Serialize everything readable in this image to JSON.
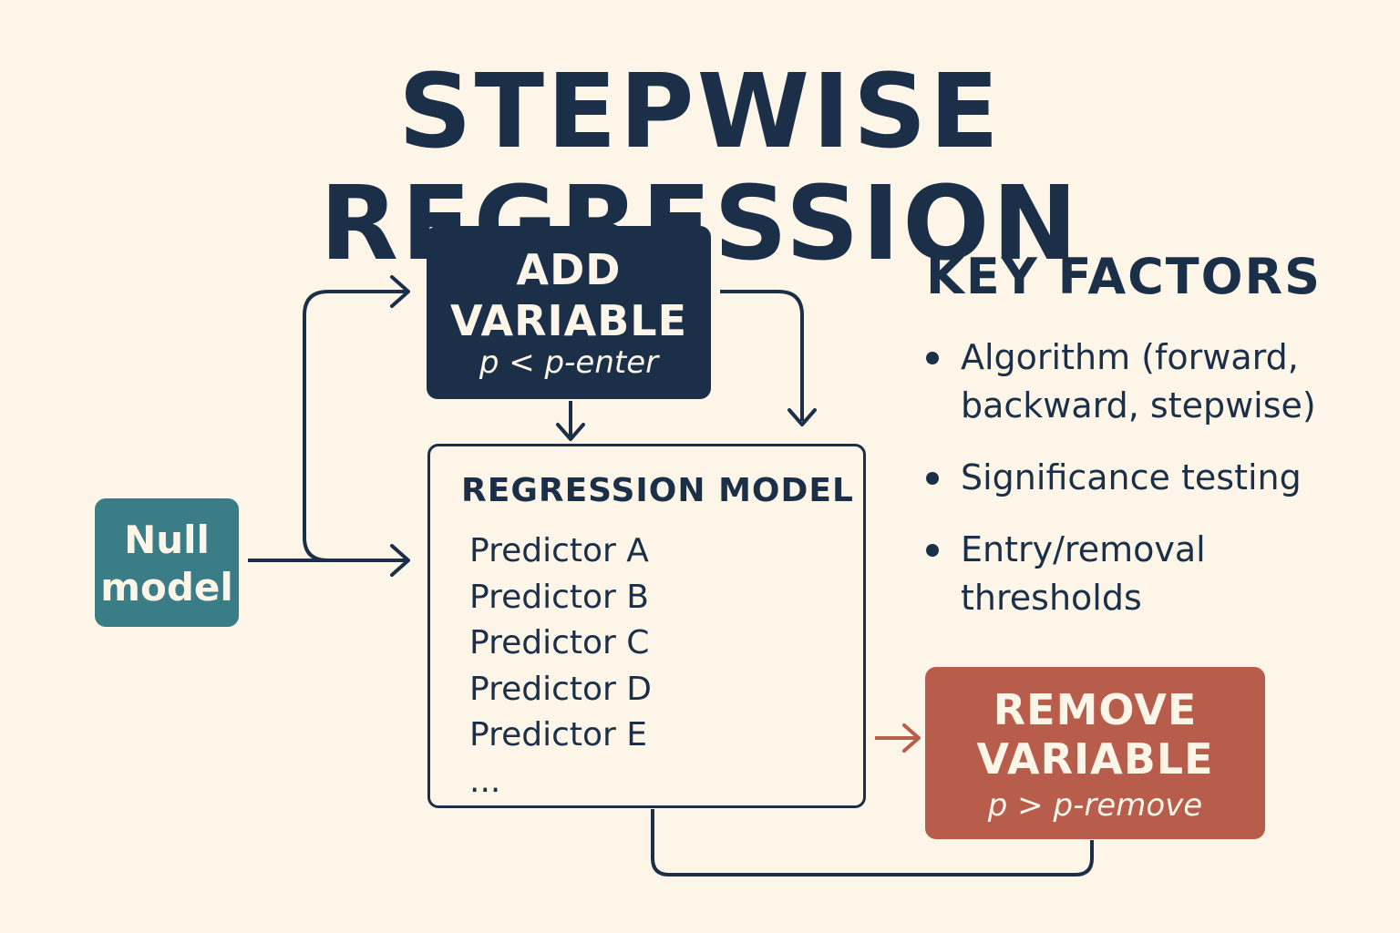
{
  "title": "STEPWISE REGRESSION",
  "add_box": {
    "title_line1": "ADD",
    "title_line2": "VARIABLE",
    "condition": "p < p-enter"
  },
  "null_model": {
    "line1": "Null",
    "line2": "model"
  },
  "regression_model": {
    "title": "REGRESSION MODEL",
    "predictors": [
      "Predictor A",
      "Predictor B",
      "Predictor C",
      "Predictor D",
      "Predictor E",
      "..."
    ]
  },
  "remove_box": {
    "title_line1": "REMOVE",
    "title_line2": "VARIABLE",
    "condition": "p > p-remove"
  },
  "key_factors": {
    "title": "KEY FACTORS",
    "items": [
      "Algorithm (forward, backward, stepwise)",
      "Significance testing",
      "Entry/removal thresholds"
    ]
  },
  "colors": {
    "background": "#fdf5e8",
    "navy": "#1b3048",
    "teal": "#3b7d87",
    "terracotta": "#b85c4b"
  }
}
